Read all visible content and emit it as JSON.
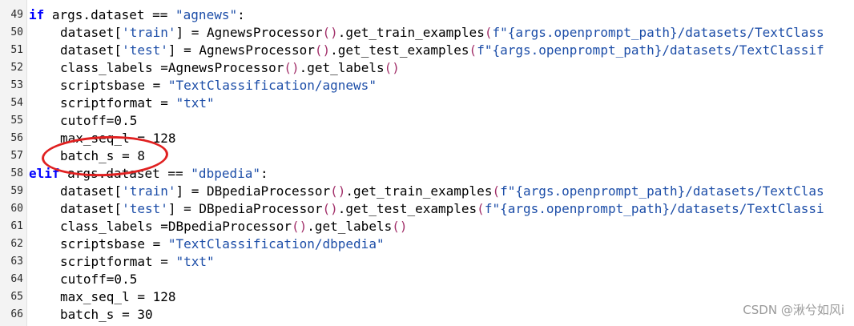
{
  "editor": {
    "lines": [
      {
        "number": "49",
        "indent": false,
        "tokens": [
          {
            "t": "if",
            "c": "kw"
          },
          {
            "t": " args.dataset == ",
            "c": ""
          },
          {
            "t": "\"agnews\"",
            "c": "str"
          },
          {
            "t": ":",
            "c": ""
          }
        ]
      },
      {
        "number": "50",
        "indent": true,
        "tokens": [
          {
            "t": "dataset[",
            "c": ""
          },
          {
            "t": "'train'",
            "c": "str"
          },
          {
            "t": "] = AgnewsProcessor",
            "c": ""
          },
          {
            "t": "()",
            "c": "par"
          },
          {
            "t": ".get_train_examples",
            "c": ""
          },
          {
            "t": "(",
            "c": "par"
          },
          {
            "t": "f\"{args.openprompt_path}/datasets/TextClass",
            "c": "str"
          }
        ]
      },
      {
        "number": "51",
        "indent": true,
        "tokens": [
          {
            "t": "dataset[",
            "c": ""
          },
          {
            "t": "'test'",
            "c": "str"
          },
          {
            "t": "] = AgnewsProcessor",
            "c": ""
          },
          {
            "t": "()",
            "c": "par"
          },
          {
            "t": ".get_test_examples",
            "c": ""
          },
          {
            "t": "(",
            "c": "par"
          },
          {
            "t": "f\"{args.openprompt_path}/datasets/TextClassif",
            "c": "str"
          }
        ]
      },
      {
        "number": "52",
        "indent": true,
        "tokens": [
          {
            "t": "class_labels =AgnewsProcessor",
            "c": ""
          },
          {
            "t": "()",
            "c": "par"
          },
          {
            "t": ".get_labels",
            "c": ""
          },
          {
            "t": "()",
            "c": "par"
          }
        ]
      },
      {
        "number": "53",
        "indent": true,
        "tokens": [
          {
            "t": "scriptsbase = ",
            "c": ""
          },
          {
            "t": "\"TextClassification/agnews\"",
            "c": "str"
          }
        ]
      },
      {
        "number": "54",
        "indent": true,
        "tokens": [
          {
            "t": "scriptformat = ",
            "c": ""
          },
          {
            "t": "\"txt\"",
            "c": "str"
          }
        ]
      },
      {
        "number": "55",
        "indent": true,
        "tokens": [
          {
            "t": "cutoff=0.5",
            "c": ""
          }
        ]
      },
      {
        "number": "56",
        "indent": true,
        "tokens": [
          {
            "t": "max_seq_l = 128",
            "c": ""
          }
        ]
      },
      {
        "number": "57",
        "indent": true,
        "tokens": [
          {
            "t": "batch_s = 8",
            "c": ""
          }
        ]
      },
      {
        "number": "58",
        "indent": false,
        "tokens": [
          {
            "t": "elif",
            "c": "kw"
          },
          {
            "t": " args.dataset == ",
            "c": ""
          },
          {
            "t": "\"dbpedia\"",
            "c": "str"
          },
          {
            "t": ":",
            "c": ""
          }
        ]
      },
      {
        "number": "59",
        "indent": true,
        "tokens": [
          {
            "t": "dataset[",
            "c": ""
          },
          {
            "t": "'train'",
            "c": "str"
          },
          {
            "t": "] = DBpediaProcessor",
            "c": ""
          },
          {
            "t": "()",
            "c": "par"
          },
          {
            "t": ".get_train_examples",
            "c": ""
          },
          {
            "t": "(",
            "c": "par"
          },
          {
            "t": "f\"{args.openprompt_path}/datasets/TextClas",
            "c": "str"
          }
        ]
      },
      {
        "number": "60",
        "indent": true,
        "tokens": [
          {
            "t": "dataset[",
            "c": ""
          },
          {
            "t": "'test'",
            "c": "str"
          },
          {
            "t": "] = DBpediaProcessor",
            "c": ""
          },
          {
            "t": "()",
            "c": "par"
          },
          {
            "t": ".get_test_examples",
            "c": ""
          },
          {
            "t": "(",
            "c": "par"
          },
          {
            "t": "f\"{args.openprompt_path}/datasets/TextClassi",
            "c": "str"
          }
        ]
      },
      {
        "number": "61",
        "indent": true,
        "tokens": [
          {
            "t": "class_labels =DBpediaProcessor",
            "c": ""
          },
          {
            "t": "()",
            "c": "par"
          },
          {
            "t": ".get_labels",
            "c": ""
          },
          {
            "t": "()",
            "c": "par"
          }
        ]
      },
      {
        "number": "62",
        "indent": true,
        "tokens": [
          {
            "t": "scriptsbase = ",
            "c": ""
          },
          {
            "t": "\"TextClassification/dbpedia\"",
            "c": "str"
          }
        ]
      },
      {
        "number": "63",
        "indent": true,
        "tokens": [
          {
            "t": "scriptformat = ",
            "c": ""
          },
          {
            "t": "\"txt\"",
            "c": "str"
          }
        ]
      },
      {
        "number": "64",
        "indent": true,
        "tokens": [
          {
            "t": "cutoff=0.5",
            "c": ""
          }
        ]
      },
      {
        "number": "65",
        "indent": true,
        "tokens": [
          {
            "t": "max_seq_l = 128",
            "c": ""
          }
        ]
      },
      {
        "number": "66",
        "indent": true,
        "tokens": [
          {
            "t": "batch_s = 30",
            "c": ""
          }
        ]
      }
    ]
  },
  "annotation": {
    "color": "#e02020"
  },
  "watermark": {
    "text": "CSDN @湫兮如风i"
  }
}
